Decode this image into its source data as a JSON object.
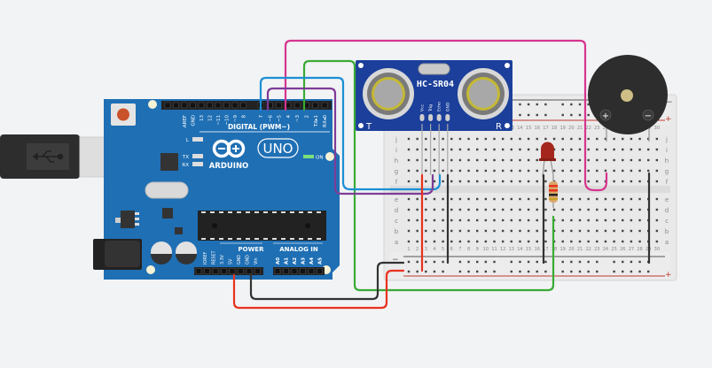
{
  "canvas": {
    "background": "#f2f3f4"
  },
  "arduino": {
    "brand": "ARDUINO",
    "model": "UNO",
    "digital_label": "DIGITAL (PWM~)",
    "power_label": "POWER",
    "analog_label": "ANALOG IN",
    "on_label": "ON",
    "led_labels": [
      "L",
      "TX",
      "RX"
    ],
    "digital_pins": [
      "AREF",
      "GND",
      "13",
      "12",
      "~11",
      "~10",
      "~9",
      "8",
      "7",
      "~6",
      "~5",
      "4",
      "~3",
      "2",
      "TX▸1",
      "RX◂0"
    ],
    "power_pins": [
      "IOREF",
      "RESET",
      "3.3V",
      "5V",
      "GND",
      "GND",
      "Vin"
    ],
    "analog_pins": [
      "A0",
      "A1",
      "A2",
      "A3",
      "A4",
      "A5"
    ],
    "board_color": "#1f6fb4"
  },
  "sensor": {
    "model": "HC-SR04",
    "pins": [
      "Vcc",
      "Trig",
      "Echo",
      "GND"
    ],
    "left_label": "T",
    "right_label": "R",
    "color": "#1b3f9a"
  },
  "buzzer": {
    "plus": "+",
    "minus": "−"
  },
  "breadboard": {
    "rows_top": [
      "j",
      "i",
      "h",
      "g",
      "f"
    ],
    "rows_bottom": [
      "e",
      "d",
      "c",
      "b",
      "a"
    ],
    "column_count": 30,
    "rail_minus": "−",
    "rail_plus": "+"
  },
  "wires": {
    "colors": {
      "red": "#e8321e",
      "black": "#333333",
      "green": "#3aaa35",
      "pink": "#d6358f",
      "blue": "#1b8fd6",
      "purple": "#7d3c98"
    }
  }
}
